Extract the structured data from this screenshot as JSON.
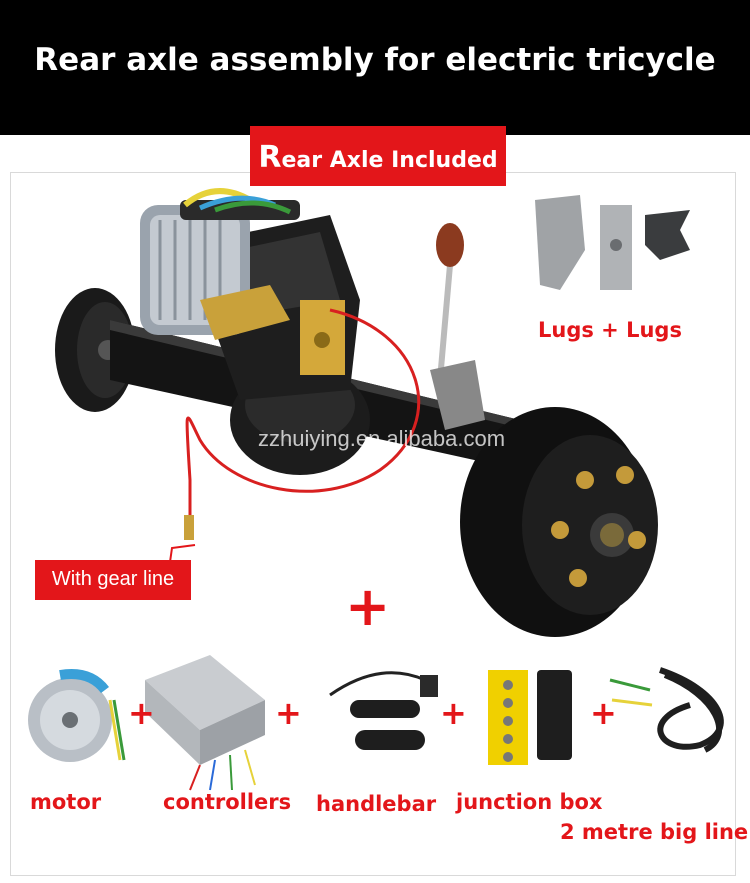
{
  "header": {
    "title": "Rear axle assembly for electric tricycle"
  },
  "tab": {
    "first_letter": "R",
    "rest": "ear Axle Included"
  },
  "watermark": "zzhuiying.en.alibaba.com",
  "lugs": {
    "label": "Lugs + Lugs"
  },
  "gear_line": {
    "label": "With gear line"
  },
  "components": [
    {
      "label": "motor"
    },
    {
      "label": "controllers"
    },
    {
      "label": "handlebar"
    },
    {
      "label": "junction box"
    },
    {
      "label": "2 metre big line"
    }
  ],
  "colors": {
    "accent": "#e3161a",
    "header_bg": "#000000"
  }
}
